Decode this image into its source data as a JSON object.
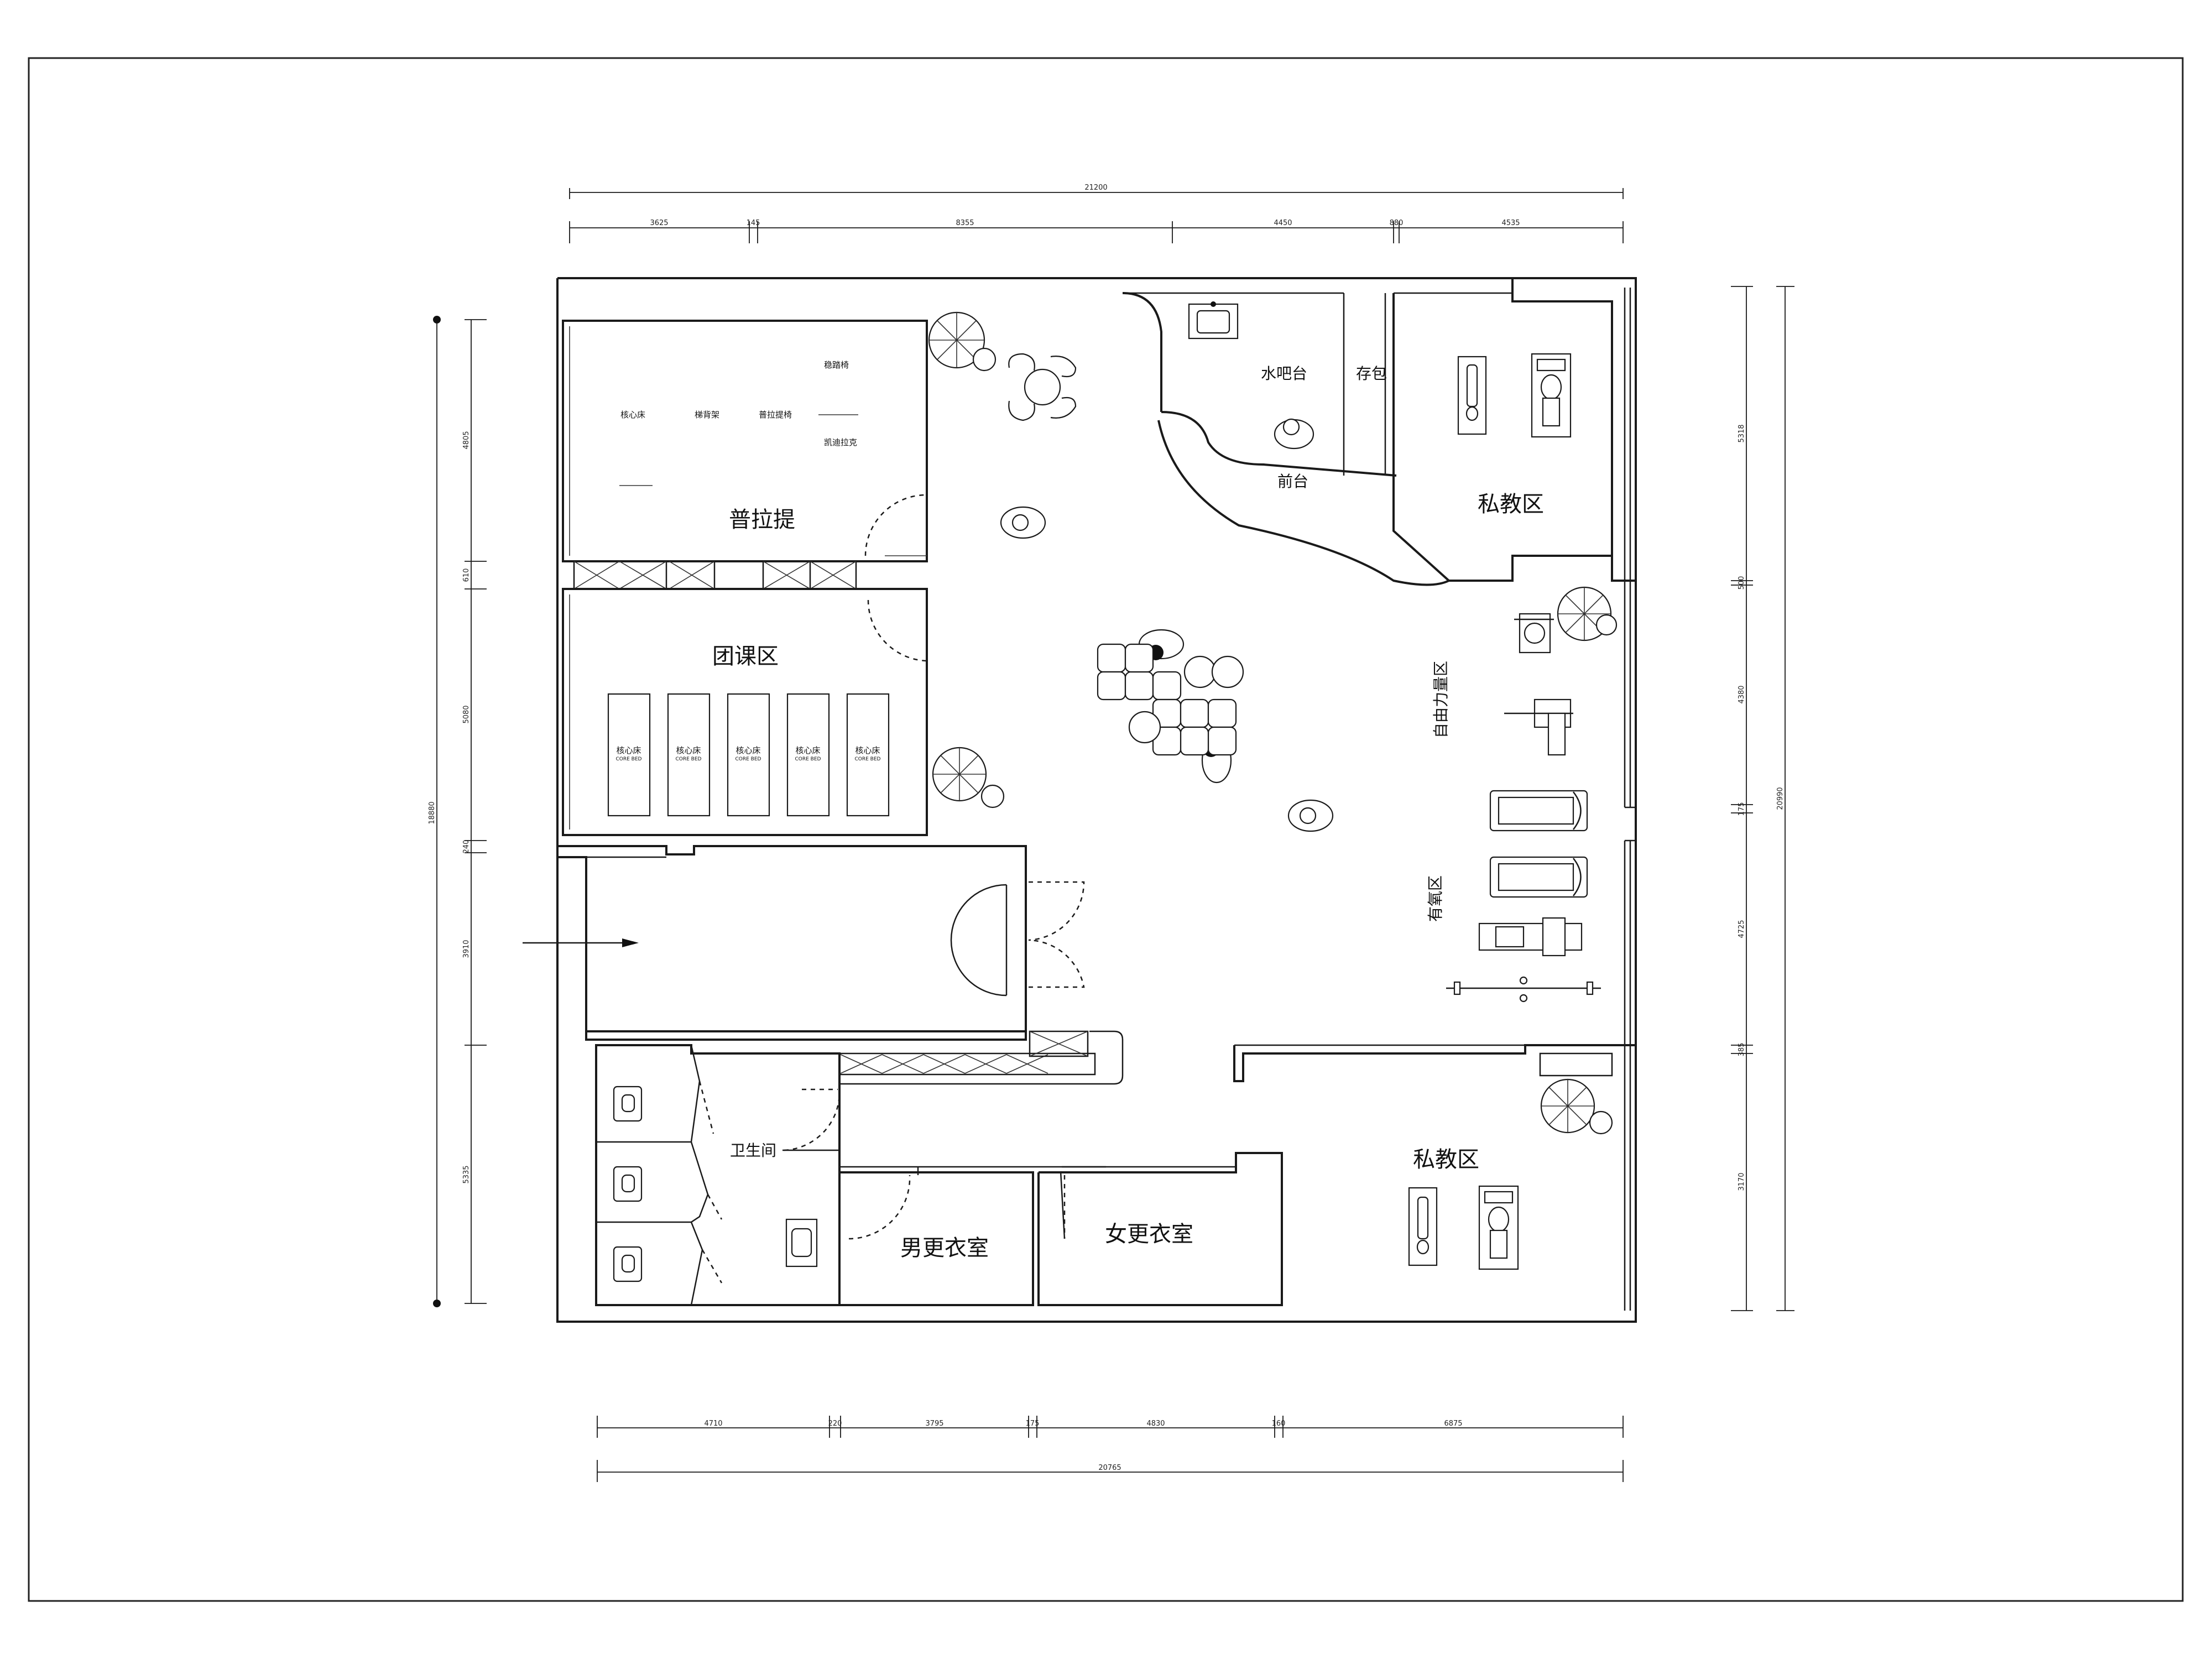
{
  "rooms": {
    "pilates": "普拉提",
    "group_class": "团课区",
    "water_bar": "水吧台",
    "bag_storage": "存包",
    "front_desk": "前台",
    "private_top": "私教区",
    "private_bottom": "私教区",
    "free_weights": "自由力量区",
    "cardio": "有氧区",
    "restroom": "卫生间",
    "mens_locker": "男更衣室",
    "womens_locker": "女更衣室"
  },
  "pilates_equipment": {
    "a": "核心床",
    "b": "梯背架",
    "c": "普拉提椅",
    "d": "稳踏椅",
    "e": "凯迪拉克"
  },
  "group_beds": [
    {
      "label": "核心床",
      "sub": "CORE BED"
    },
    {
      "label": "核心床",
      "sub": "CORE BED"
    },
    {
      "label": "核心床",
      "sub": "CORE BED"
    },
    {
      "label": "核心床",
      "sub": "CORE BED"
    },
    {
      "label": "核心床",
      "sub": "CORE BED"
    }
  ],
  "dims_top_total": "21200",
  "dims_top": [
    "3625",
    "145",
    "8355",
    "4450",
    "880",
    "4535"
  ],
  "dims_bottom": [
    "4710",
    "220",
    "3795",
    "175",
    "4830",
    "160",
    "6875"
  ],
  "dims_bottom_total": "20765",
  "dims_left_total": "18880",
  "dims_left": [
    "4805",
    "610",
    "5080",
    "240",
    "3910",
    "5335"
  ],
  "dims_right_total": "20990",
  "dims_right": [
    "5318",
    "500",
    "4380",
    "175",
    "4725",
    "385",
    "3170"
  ]
}
